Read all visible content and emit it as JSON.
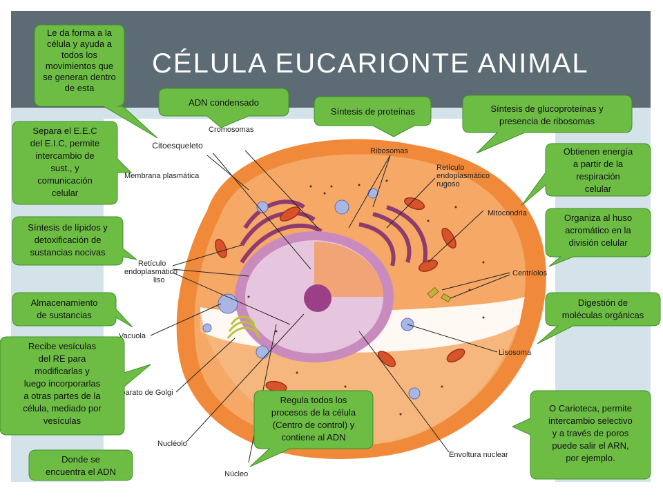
{
  "slide": {
    "title": "CÉLULA EUCARIONTE ANIMAL"
  },
  "labels": {
    "cromosomas": "Cromosomas",
    "ribosomas": "Ribosomas",
    "reticulo_rugoso_1": "Retículo",
    "reticulo_rugoso_2": "endoplasmático",
    "reticulo_rugoso_3": "rugoso",
    "membrana": "Membrana plasmática",
    "mitocondria": "Mitocondria",
    "reticulo_liso_1": "Retículo",
    "reticulo_liso_2": "endoplasmático",
    "reticulo_liso_3": "liso",
    "centriolos": "Centríolos",
    "vacuola": "Vacuola",
    "lisosoma": "Lisosoma",
    "golgi": "Aparato de Golgi",
    "nucleolo": "Nucléolo",
    "envoltura": "Envoltura nuclear",
    "nucleo": "Núcleo",
    "citoesqueleto": "Citoesqueleto"
  },
  "bubbles": {
    "citoesqueleto": [
      "Le da forma a la",
      "célula y ayuda a",
      "todos los",
      "movimientos que",
      "se generan dentro",
      "de esta"
    ],
    "adn": [
      "ADN condensado"
    ],
    "proteinas": [
      "Síntesis de proteínas"
    ],
    "glucoproteinas": [
      "Síntesis de glucoproteínas y",
      "presencia de ribosomas"
    ],
    "membrana": [
      "Separa el E.E.C",
      "del E.I.C, permite",
      "intercambio de",
      "sust., y",
      "comunicación",
      "celular"
    ],
    "mitocondria": [
      "Obtienen energía",
      "a partir de la",
      "respiración",
      "celular"
    ],
    "lipidos": [
      "Síntesis de lípidos y",
      "detoxificación de",
      "sustancias nocivas"
    ],
    "centriolos": [
      "Organiza al huso",
      "acromático en la",
      "división celular"
    ],
    "vacuola": [
      "Almacenamiento",
      "de sustancias"
    ],
    "lisosoma": [
      "Digestión de",
      "moléculas orgánicas"
    ],
    "golgi": [
      "Recibe vesículas",
      "del RE para",
      "modificarlas y",
      "luego incorporarlas",
      "a otras partes de la",
      "célula, mediado por",
      "vesículas"
    ],
    "nucleo": [
      "Regula todos los",
      "procesos de la célula",
      "(Centro de control) y",
      "contiene al ADN"
    ],
    "carioteca": [
      "O Carioteca, permite",
      "intercambio selectivo",
      "y a través de poros",
      "puede salir el ARN,",
      "por ejemplo."
    ],
    "nucleolo": [
      "Donde se",
      "encuentra el ADN"
    ]
  },
  "colors": {
    "bubble_fill": "#6dbd45",
    "bubble_stroke": "#3e8e2a",
    "header": "#5d6b74",
    "cytoplasm": "#f29a4a"
  }
}
